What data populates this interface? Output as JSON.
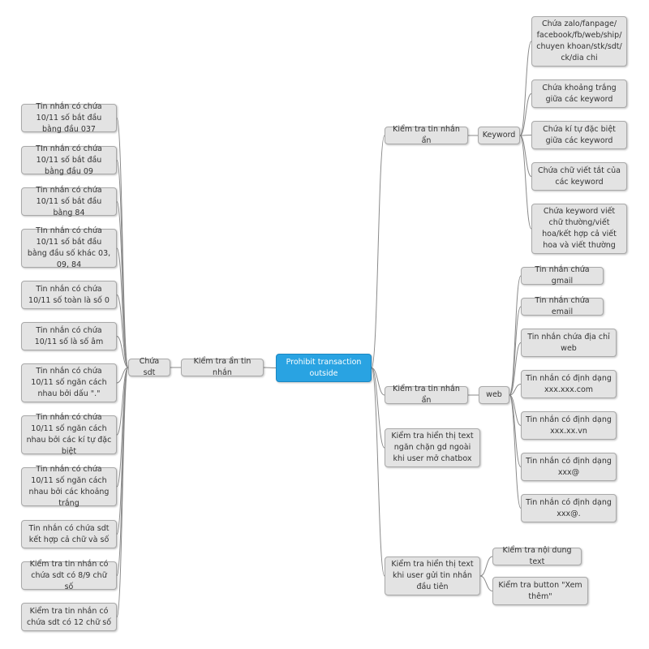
{
  "root": "Prohibit transaction outside",
  "left": {
    "branch": "Kiểm tra ẩn tin nhắn",
    "group": "Chứa sdt",
    "items": [
      "Tin nhắn có chứa 10/11 số bắt đầu bằng đầu 037",
      "TIn nhắn có chứa 10/11 số bắt đầu bằng đầu 09",
      "Tin nhắn có chứa 10/11 số bắt đầu bằng 84",
      "TIn nhắn có chứa 10/11 số bắt đầu bằng đầu số khác 03, 09, 84",
      "Tin nhắn có chứa 10/11 số toàn là số 0",
      "Tin nhắn có chứa 10/11 số là số âm",
      "Tin nhắn có chứa 10/11 số ngăn cách nhau bởi dấu \".\"",
      "Tin nhắn có chứa 10/11 số ngăn cách nhau bởi các kí tự đặc biệt",
      "Tin nhắn có chứa 10/11 số ngăn cách nhau bởi các khoảng trắng",
      "Tin nhắn có chứa sdt kết hợp cả chữ và số",
      "Kiểm tra tin nhắn có chứa sdt có 8/9 chữ số",
      "Kiểm tra tin nhắn có chứa sdt có 12 chữ số"
    ]
  },
  "right": {
    "keyword_branch": "Kiểm tra tin nhắn ẩn",
    "keyword_group": "Keyword",
    "keyword_items": [
      "Chứa zalo/fanpage/ facebook/fb/web/ship/ chuyen khoan/stk/sdt/ ck/dia chi",
      "Chứa khoảng trắng giữa các keyword",
      "Chứa kí tự đặc biệt giữa các keyword",
      "Chứa chữ viết tắt của các keyword",
      "Chứa keyword viết chữ thường/viết hoa/kết hợp cả viết hoa và viết thường"
    ],
    "web_branch": "Kiểm tra tin nhắn ẩn",
    "web_group": "web",
    "web_items": [
      "Tin nhắn chứa gmail",
      "Tin nhắn chứa email",
      "Tin nhắn chứa địa chỉ web",
      "Tin nhắn có định dạng xxx.xxx.com",
      "Tin nhắn có định dạng xxx.xx.vn",
      "Tin nhắn có định dạng xxx@",
      "Tin nhắn có định dạng xxx@."
    ],
    "chatbox_branch": "Kiểm tra hiển thị text ngăn chặn gd ngoài khi user mở chatbox",
    "first_msg_branch": "Kiểm tra hiển thị text khi user gửi tin nhắn đầu tiên",
    "first_msg_items": [
      "Kiểm tra nội dung text",
      "Kiểm tra button \"Xem thêm\""
    ]
  }
}
